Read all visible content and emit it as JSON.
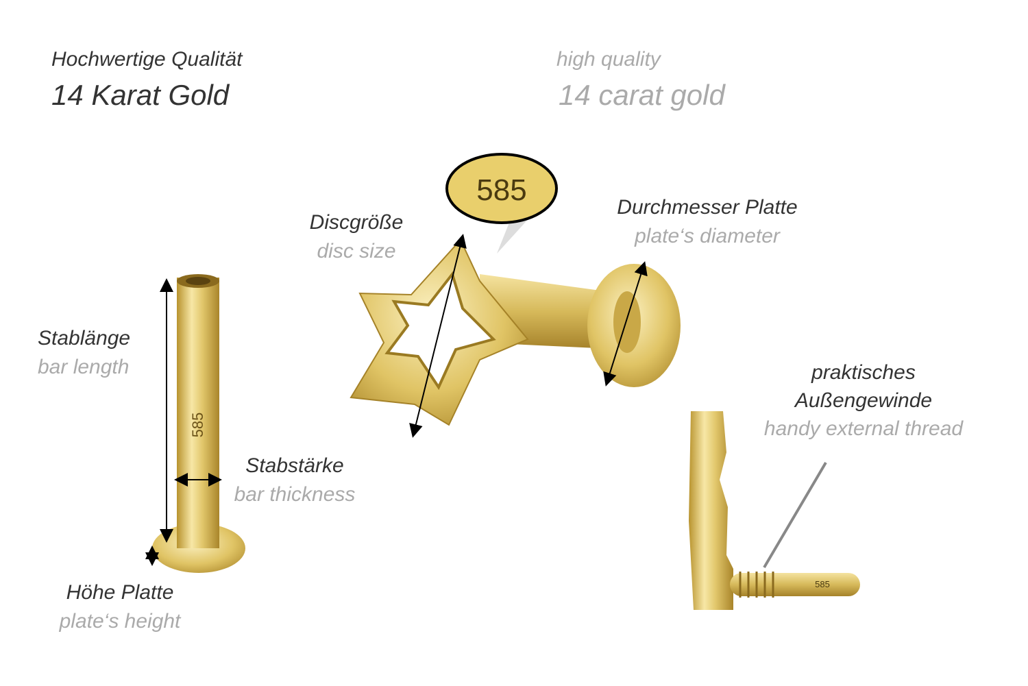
{
  "header": {
    "de_line1": "Hochwertige Qualität",
    "de_line2": "14 Karat Gold",
    "en_line1": "high quality",
    "en_line2": "14 carat gold"
  },
  "labels": {
    "disc_size_de": "Discgröße",
    "disc_size_en": "disc size",
    "plate_diameter_de": "Durchmesser Platte",
    "plate_diameter_en": "plate‘s diameter",
    "bar_length_de": "Stablänge",
    "bar_length_en": "bar length",
    "bar_thickness_de": "Stabstärke",
    "bar_thickness_en": "bar thickness",
    "plate_height_de": "Höhe Platte",
    "plate_height_en": "plate‘s height",
    "thread_de_1": "praktisches",
    "thread_de_2": "Außengewinde",
    "thread_en": "handy external thread"
  },
  "hallmark": {
    "bubble": "585",
    "bar": "585",
    "thread": "585"
  },
  "colors": {
    "dark_text": "#333333",
    "light_text": "#aaaaaa",
    "gold": "#d9bd5a"
  }
}
